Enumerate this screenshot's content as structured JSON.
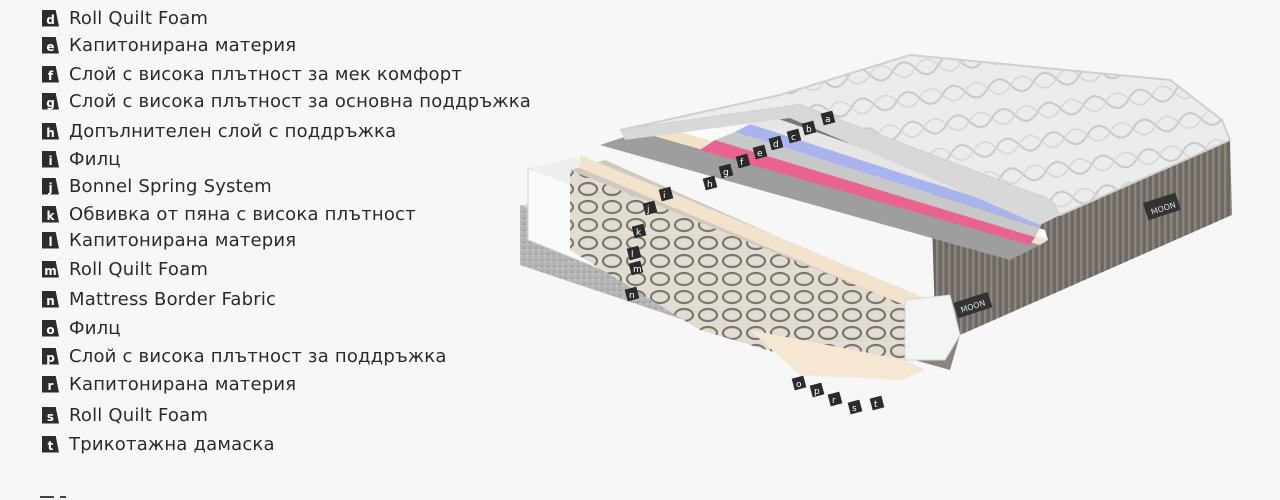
{
  "legend": {
    "items": [
      {
        "letter": "d",
        "label": "Roll Quilt Foam"
      },
      {
        "letter": "e",
        "label": "Капитонирана материя"
      },
      {
        "letter": "f",
        "label": "Слой с висока плътност за мек комфорт"
      },
      {
        "letter": "g",
        "label": "Слой с висока плътност за основна поддръжка"
      },
      {
        "letter": "h",
        "label": "Допълнителен слой с поддръжка"
      },
      {
        "letter": "i",
        "label": "Филц"
      },
      {
        "letter": "j",
        "label": "Bonnel Spring System"
      },
      {
        "letter": "k",
        "label": "Обвивка от пяна с висока плътност"
      },
      {
        "letter": "l",
        "label": "Капитонирана материя"
      },
      {
        "letter": "m",
        "label": "Roll Quilt Foam"
      },
      {
        "letter": "n",
        "label": "Mattress Border Fabric"
      },
      {
        "letter": "o",
        "label": "Филц"
      },
      {
        "letter": "p",
        "label": "Слой с висока плътност за поддръжка"
      },
      {
        "letter": "r",
        "label": "Капитонирана материя"
      },
      {
        "letter": "s",
        "label": "Roll Quilt Foam"
      },
      {
        "letter": "t",
        "label": "Трикотажна дамаска"
      }
    ]
  },
  "illustration": {
    "brand_label": "MOON",
    "layer_tags": [
      "a",
      "b",
      "c",
      "d",
      "e",
      "f",
      "g",
      "h",
      "i",
      "j",
      "k",
      "l",
      "m",
      "n",
      "o",
      "p",
      "r",
      "s",
      "t"
    ],
    "colors": {
      "pink": "#e8648f",
      "blue": "#a9b4ee",
      "ticking": "#efefef",
      "border": "#76706a",
      "cream": "#f5e7d4",
      "springs": "#8a8276"
    }
  }
}
